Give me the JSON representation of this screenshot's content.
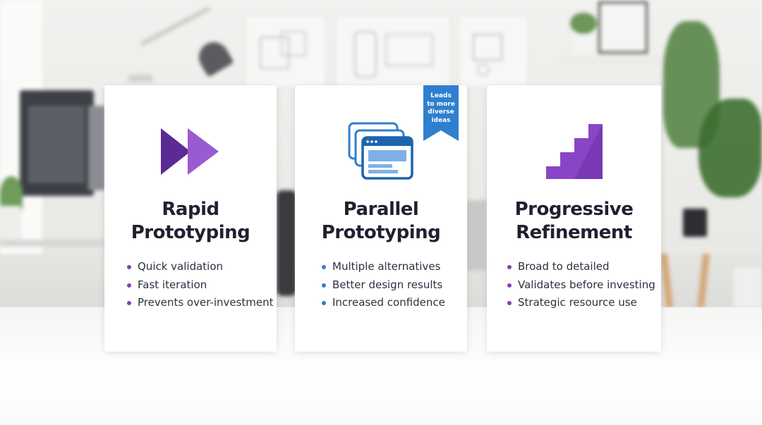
{
  "cards": [
    {
      "title_line1": "Rapid",
      "title_line2": "Prototyping",
      "icon": "fast-forward-icon",
      "bullet_color": "#8040b8",
      "bullets": [
        "Quick validation",
        "Fast iteration",
        "Prevents over-investment"
      ]
    },
    {
      "title_line1": "Parallel",
      "title_line2": "Prototyping",
      "icon": "stacked-windows-icon",
      "bullet_color": "#2f7fcf",
      "bullets": [
        "Multiple alternatives",
        "Better design results",
        "Increased confidence"
      ],
      "ribbon": {
        "line1": "Leads",
        "line2": "to more",
        "line3": "diverse",
        "line4": "ideas",
        "color": "#2f7fcf"
      }
    },
    {
      "title_line1": "Progressive",
      "title_line2": "Refinement",
      "icon": "staircase-icon",
      "bullet_color": "#8040b8",
      "bullets": [
        "Broad to detailed",
        "Validates before investing",
        "Strategic resource use"
      ]
    }
  ],
  "colors": {
    "title": "#1f2130",
    "text": "#2f3040",
    "purple_dark": "#5b2a94",
    "purple_light": "#9a5bd0",
    "blue": "#2f7fcf"
  }
}
